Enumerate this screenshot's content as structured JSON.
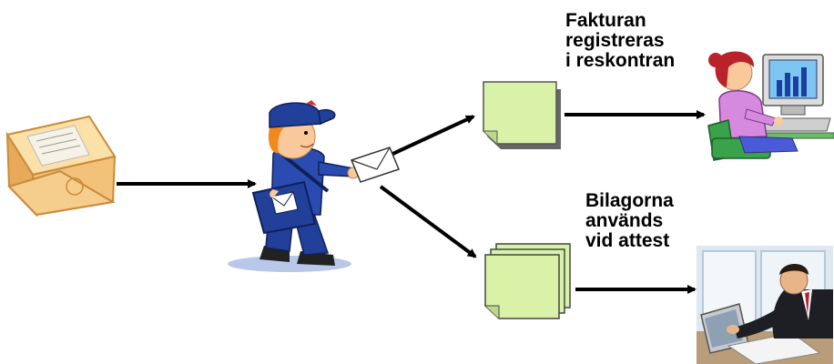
{
  "labels": {
    "top": [
      "Fakturan",
      "registreras",
      "i reskontran"
    ],
    "bottom": [
      "Bilagorna",
      "används",
      "vid attest"
    ]
  },
  "colors": {
    "envelope": "#f2c17a",
    "envelope_edge": "#c98a3a",
    "document": "#d9f2a8",
    "document_edge": "#333333",
    "uniform": "#22409a",
    "skin": "#f9c99b",
    "hair": "#f08a1c",
    "shirt": "#d58ae0",
    "arrow": "#000000"
  },
  "icons": {
    "mail": "envelope-icon",
    "courier": "mail-carrier-icon",
    "single_doc": "document-icon",
    "stacked_docs": "document-stack-icon",
    "computer_user": "computer-user-icon",
    "office_worker": "office-worker-icon"
  }
}
